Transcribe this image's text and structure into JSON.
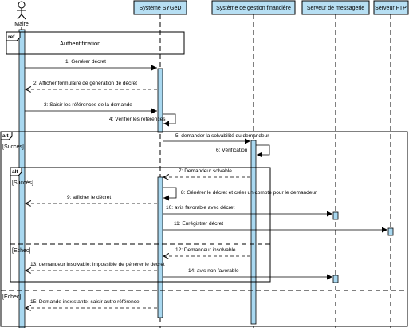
{
  "actor": {
    "name": "Maire"
  },
  "lifelines": [
    {
      "id": "sygod",
      "label": "Système SYGeD"
    },
    {
      "id": "finance",
      "label": "Système de gestion financière"
    },
    {
      "id": "messaging",
      "label": "Serveur de messagerie"
    },
    {
      "id": "ftp",
      "label": "Serveur FTP"
    }
  ],
  "fragments": {
    "ref": {
      "operator": "ref",
      "title": "Authentification"
    },
    "outer_alt": {
      "operator": "alt",
      "guards": [
        "[Succès]",
        "[Echec]"
      ]
    },
    "inner_alt": {
      "operator": "alt",
      "guards": [
        "[Succès]",
        "[Echec]"
      ]
    }
  },
  "messages": [
    {
      "label": "1: Générer décret",
      "kind": "sync"
    },
    {
      "label": "2: Afficher formulaire de génération de décret",
      "kind": "return"
    },
    {
      "label": "3: Saisir les références de la demande",
      "kind": "sync"
    },
    {
      "label": "4: Vérifier les références",
      "kind": "self"
    },
    {
      "label": "5: demander la solvabilité du demandeur",
      "kind": "sync"
    },
    {
      "label": "6: Vérification",
      "kind": "self"
    },
    {
      "label": "7: Demandeur solvable",
      "kind": "return"
    },
    {
      "label": "8: Générer le décret et créer un compte pour le demandeur",
      "kind": "self"
    },
    {
      "label": "9: afficher le décret",
      "kind": "return"
    },
    {
      "label": "10: avis favorable avec décret",
      "kind": "sync"
    },
    {
      "label": "11: Enrégistrer décret",
      "kind": "sync"
    },
    {
      "label": "12: Demandeur insolvable",
      "kind": "return"
    },
    {
      "label": "13: demandeur insolvable: impossible de générer le décret",
      "kind": "return"
    },
    {
      "label": "14: avis non favorable",
      "kind": "sync"
    },
    {
      "label": "15: Demande inexistante: saisir autre référence",
      "kind": "return"
    }
  ],
  "colors": {
    "lifeline_head": "#b7dff3",
    "activation": "#a9d8f0",
    "line": "#000000",
    "fragment_border": "#000000"
  }
}
